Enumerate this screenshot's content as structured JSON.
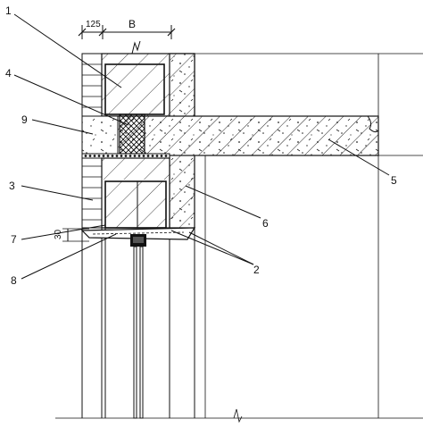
{
  "dimensions": {
    "left_width": "125",
    "block_width": "B",
    "gap_height": "30"
  },
  "callouts": [
    "1",
    "2",
    "3",
    "4",
    "5",
    "6",
    "7",
    "8",
    "9"
  ]
}
